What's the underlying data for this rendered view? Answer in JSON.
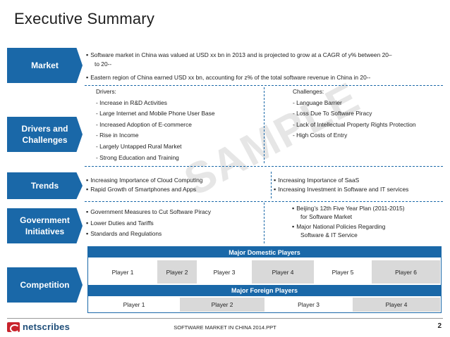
{
  "title": "Executive Summary",
  "watermark": "SAMPLE",
  "market": {
    "label": "Market",
    "bullets": [
      "Software market in China was valued at USD xx bn in 2013 and is projected to grow at a CAGR of y% between 20–",
      "to 20--",
      "Eastern region of China earned USD xx bn, accounting for z% of the total software revenue in China in 20--"
    ]
  },
  "drivers": {
    "label_line1": "Drivers and",
    "label_line2": "Challenges",
    "drivers_heading": "Drivers:",
    "drivers_items": [
      "-  Increase in R&D Activities",
      "-  Large Internet and Mobile Phone User Base",
      "-  Increased Adoption of E-commerce",
      "-  Rise in Income",
      "-  Largely Untapped Rural Market",
      "-  Strong Education and Training"
    ],
    "challenges_heading": "Challenges:",
    "challenges_items": [
      "-  Language Barrier",
      "-  Loss Due To Software Piracy",
      "-  Lack of Intellectual Property Rights Protection",
      "-  High Costs of Entry"
    ]
  },
  "trends": {
    "label": "Trends",
    "left": [
      "Increasing Importance of Cloud Computing",
      "Rapid Growth of Smartphones and Apps"
    ],
    "right": [
      "Increasing Importance of SaaS",
      "Increasing Investment in Software and IT services"
    ]
  },
  "government": {
    "label_line1": "Government",
    "label_line2": "Initiatives",
    "left": [
      "Government Measures to Cut Software Piracy",
      "Lower Duties and Tariffs",
      "Standards and Regulations"
    ],
    "right_1a": "Beijing’s 12th Five Year Plan (2011-2015)",
    "right_1b": "for Software Market",
    "right_2a": "Major National Policies Regarding",
    "right_2b": "Software & IT Service"
  },
  "competition": {
    "label": "Competition",
    "domestic_heading": "Major Domestic Players",
    "domestic_players": [
      "Player 1",
      "Player 2",
      "Player 3",
      "Player 4",
      "Player 5",
      "Player 6"
    ],
    "foreign_heading": "Major Foreign Players",
    "foreign_players": [
      "Player 1",
      "Player 2",
      "Player 3",
      "Player 4"
    ]
  },
  "footer": {
    "logo": "netscribes",
    "center_text": "SOFTWARE MARKET IN CHINA 2014.PPT",
    "page_number": "2"
  }
}
